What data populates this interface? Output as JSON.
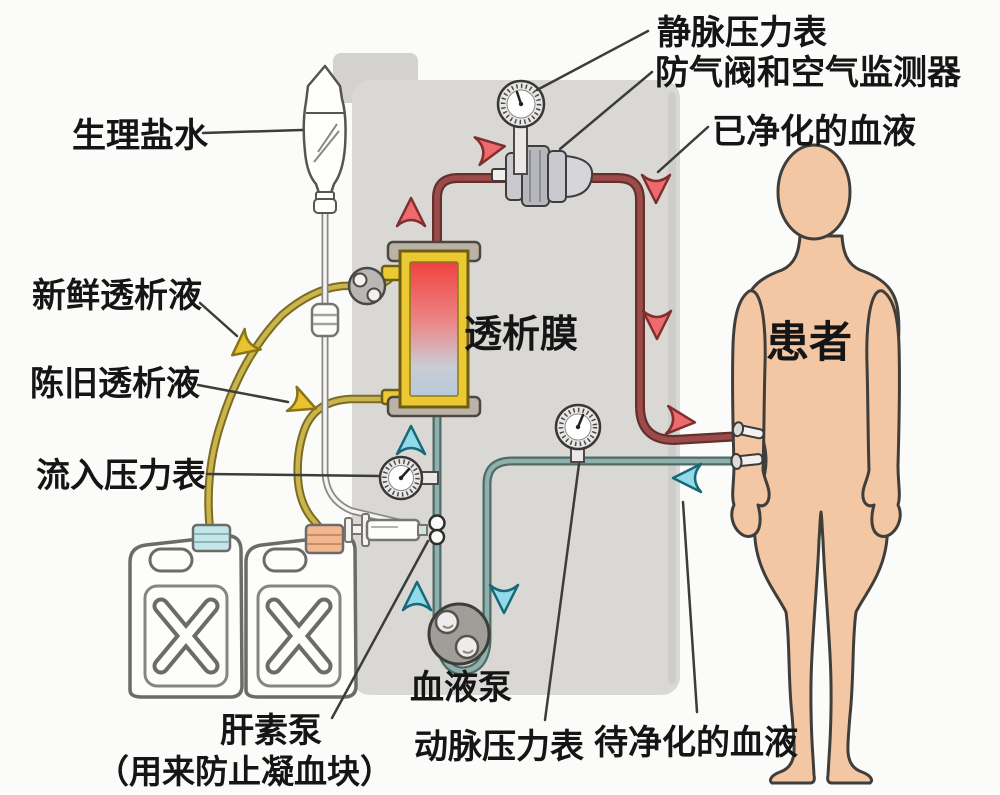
{
  "diagram": {
    "title_context": "hemodialysis-circuit-diagram",
    "labels": {
      "venous_pressure_gauge": "静脉压力表",
      "air_valve_monitor": "防气阀和空气监测器",
      "purified_blood": "已净化的血液",
      "saline": "生理盐水",
      "fresh_dialysate": "新鲜透析液",
      "old_dialysate": "陈旧透析液",
      "inflow_pressure_gauge": "流入压力表",
      "dialysis_membrane": "透析膜",
      "patient": "患者",
      "blood_pump": "血液泵",
      "heparin_pump": "肝素泵",
      "heparin_pump_note": "（用来防止凝血块）",
      "arterial_pressure_gauge": "动脉压力表",
      "blood_to_be_purified": "待净化的血液"
    },
    "icons": {
      "pressure_gauge_icon": "circular dial with needle",
      "pump_icon": "roller pump circle",
      "arrow_icon": "flow chevron"
    },
    "colors": {
      "blood_tube": "#9c4b48",
      "clean_side_tube": "#8fb0ac",
      "dialysate_tube": "#c9b54b",
      "red_flow_arrow": "#ee6a6e",
      "cyan_flow_arrow": "#8fdbe9",
      "yellow_flow_arrow": "#e9c22f",
      "patient_skin": "#f3c7a3",
      "machine_panel": "#d9d8d5",
      "dialyzer_frame": "#ecc832",
      "fresh_jug_cap": "#c3e6e8",
      "old_jug_cap": "#f2b78f"
    }
  }
}
